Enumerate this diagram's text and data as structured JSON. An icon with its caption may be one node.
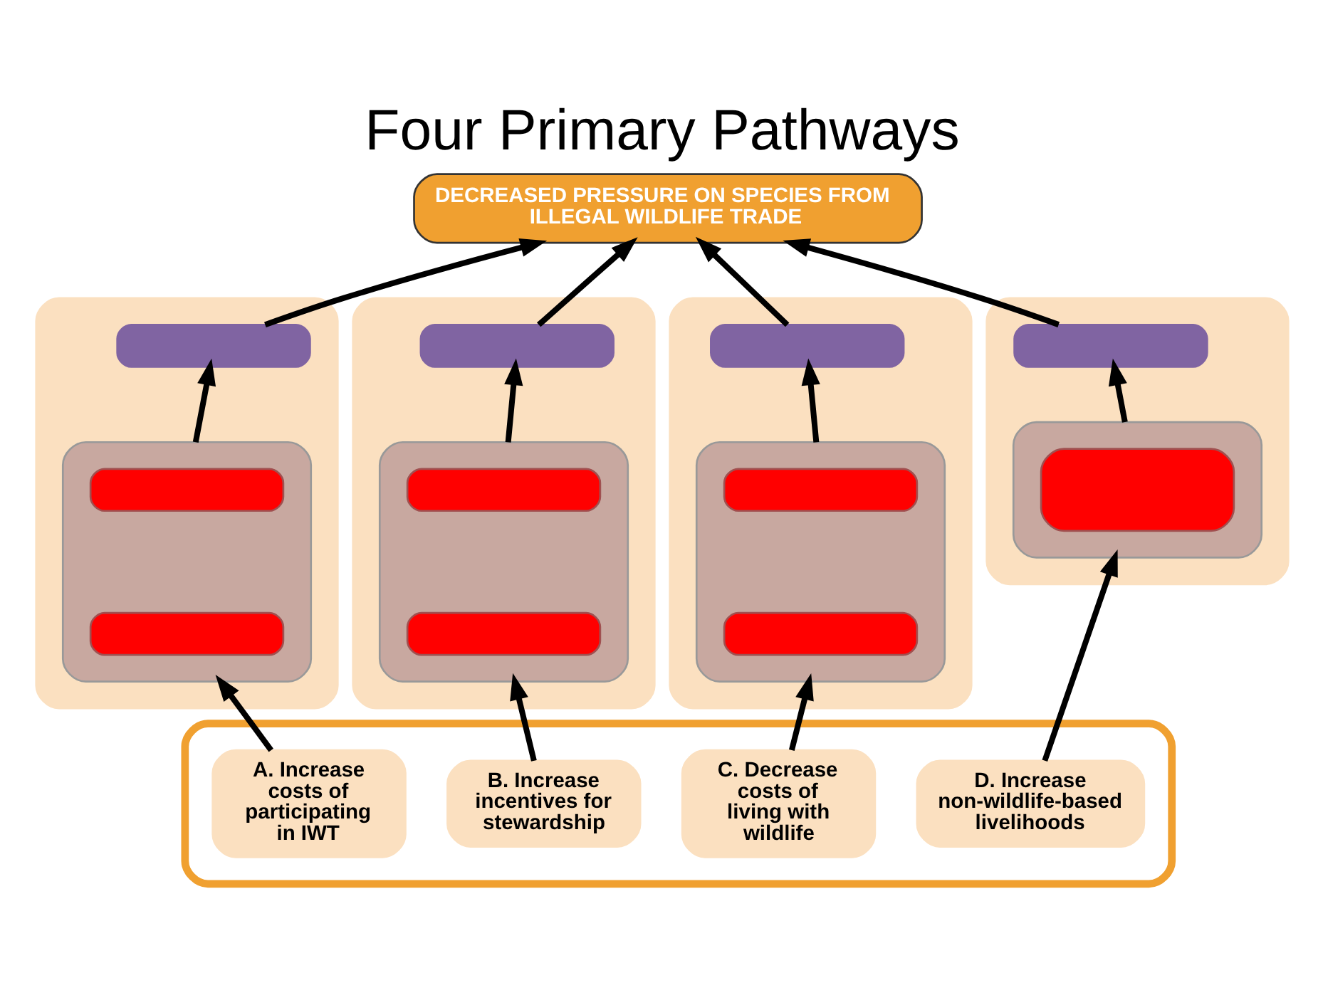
{
  "diagram": {
    "title": "Four Primary Pathways",
    "nodes": [
      {
        "text": [
          "DECREASED PRESSURE ON SPECIES FROM ILLEGAL WILDLIFE TRADE"
        ]
      },
      {
        "text": [],
        "shape": "box"
      },
      {
        "text": [],
        "shape": "box",
        "in": 1
      },
      {
        "text": [],
        "shape": "box",
        "in": 1
      },
      {
        "text": [],
        "shape": "box",
        "in": 3
      },
      {
        "text": [],
        "shape": "box",
        "in": 3
      },
      {
        "text": [],
        "shape": "box"
      },
      {
        "text": [],
        "shape": "box",
        "in": 6
      },
      {
        "text": [],
        "shape": "box",
        "in": 6
      },
      {
        "text": [],
        "shape": "box",
        "in": 8
      },
      {
        "text": [],
        "shape": "box",
        "in": 8
      },
      {
        "text": [],
        "shape": "box"
      },
      {
        "text": [],
        "shape": "box",
        "in": 11
      },
      {
        "text": [],
        "shape": "box",
        "in": 11
      },
      {
        "text": [],
        "shape": "box",
        "in": 13
      },
      {
        "text": [],
        "shape": "box",
        "in": 13
      },
      {
        "text": [],
        "shape": "box"
      },
      {
        "text": [],
        "shape": "box",
        "in": 16
      },
      {
        "text": [],
        "shape": "box",
        "in": 16
      },
      {
        "text": [],
        "shape": "box",
        "in": 18
      },
      {
        "text": [],
        "shape": "box"
      },
      {
        "text": [
          "A. Increase costs of participating in IWT"
        ],
        "in": 20
      },
      {
        "text": [
          "B. Increase incentives for stewardship"
        ],
        "in": 20
      },
      {
        "text": [
          "C. Decrease costs of living with wildlife"
        ],
        "in": 20
      },
      {
        "text": [
          "D. Increase non-wildlife-based livelihoods"
        ],
        "in": 20
      }
    ],
    "edges": [
      {
        "from": 21,
        "to": 3,
        "arrow": "to"
      },
      {
        "from": 3,
        "to": 2,
        "arrow": "to"
      },
      {
        "from": 2,
        "to": 0,
        "arrow": "to"
      },
      {
        "from": 22,
        "to": 8,
        "arrow": "to"
      },
      {
        "from": 8,
        "to": 7,
        "arrow": "to"
      },
      {
        "from": 7,
        "to": 0,
        "arrow": "to"
      },
      {
        "from": 23,
        "to": 13,
        "arrow": "to"
      },
      {
        "from": 13,
        "to": 12,
        "arrow": "to"
      },
      {
        "from": 12,
        "to": 0,
        "arrow": "to"
      },
      {
        "from": 24,
        "to": 18,
        "arrow": "to"
      },
      {
        "from": 18,
        "to": 17,
        "arrow": "to"
      },
      {
        "from": 17,
        "to": 0,
        "arrow": "to"
      }
    ]
  }
}
